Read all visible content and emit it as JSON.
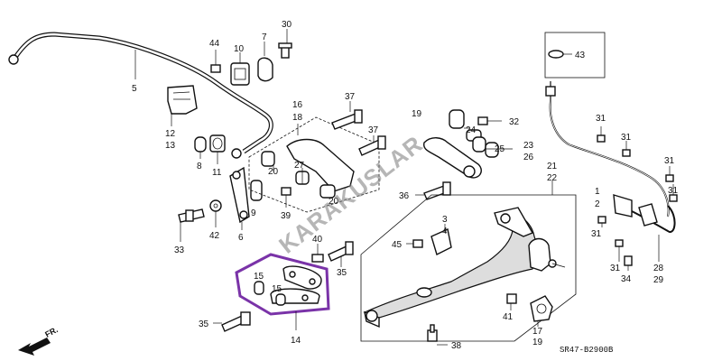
{
  "diagram": {
    "part_labels": [
      {
        "id": "p5",
        "text": "5"
      },
      {
        "id": "p44",
        "text": "44"
      },
      {
        "id": "p10",
        "text": "10"
      },
      {
        "id": "p7",
        "text": "7"
      },
      {
        "id": "p30",
        "text": "30"
      },
      {
        "id": "p12",
        "text": "12"
      },
      {
        "id": "p13",
        "text": "13"
      },
      {
        "id": "p8",
        "text": "8"
      },
      {
        "id": "p11",
        "text": "11"
      },
      {
        "id": "p16",
        "text": "16"
      },
      {
        "id": "p18",
        "text": "18"
      },
      {
        "id": "p37a",
        "text": "37"
      },
      {
        "id": "p37b",
        "text": "37"
      },
      {
        "id": "p19",
        "text": "19"
      },
      {
        "id": "p24",
        "text": "24"
      },
      {
        "id": "p32",
        "text": "32"
      },
      {
        "id": "p25",
        "text": "25"
      },
      {
        "id": "p23",
        "text": "23"
      },
      {
        "id": "p26",
        "text": "26"
      },
      {
        "id": "p43",
        "text": "43"
      },
      {
        "id": "p20a",
        "text": "20"
      },
      {
        "id": "p27",
        "text": "27"
      },
      {
        "id": "p20b",
        "text": "20"
      },
      {
        "id": "p9",
        "text": "9"
      },
      {
        "id": "p39",
        "text": "39"
      },
      {
        "id": "p6",
        "text": "6"
      },
      {
        "id": "p33",
        "text": "33"
      },
      {
        "id": "p42",
        "text": "42"
      },
      {
        "id": "p36",
        "text": "36"
      },
      {
        "id": "p21",
        "text": "21"
      },
      {
        "id": "p22",
        "text": "22"
      },
      {
        "id": "p31a",
        "text": "31"
      },
      {
        "id": "p31b",
        "text": "31"
      },
      {
        "id": "p31c",
        "text": "31"
      },
      {
        "id": "p31d",
        "text": "31"
      },
      {
        "id": "p31e",
        "text": "31"
      },
      {
        "id": "p31f",
        "text": "31"
      },
      {
        "id": "p1",
        "text": "1"
      },
      {
        "id": "p2",
        "text": "2"
      },
      {
        "id": "p3",
        "text": "3"
      },
      {
        "id": "p4",
        "text": "4"
      },
      {
        "id": "p45",
        "text": "45"
      },
      {
        "id": "p40",
        "text": "40"
      },
      {
        "id": "p35a",
        "text": "35"
      },
      {
        "id": "p15a",
        "text": "15"
      },
      {
        "id": "p15b",
        "text": "15"
      },
      {
        "id": "p35b",
        "text": "35"
      },
      {
        "id": "p14",
        "text": "14"
      },
      {
        "id": "p41",
        "text": "41"
      },
      {
        "id": "p17",
        "text": "17"
      },
      {
        "id": "p19b",
        "text": "19"
      },
      {
        "id": "p38",
        "text": "38"
      },
      {
        "id": "p28",
        "text": "28"
      },
      {
        "id": "p29",
        "text": "29"
      },
      {
        "id": "p34",
        "text": "34"
      }
    ],
    "watermark": "KARAKUSLAR",
    "direction_label": "FR.",
    "diagram_code": "SR47-B2900B",
    "highlight_color": "#7a33a8",
    "line_color": "#111111",
    "watermark_color": "#7a7a7a"
  }
}
